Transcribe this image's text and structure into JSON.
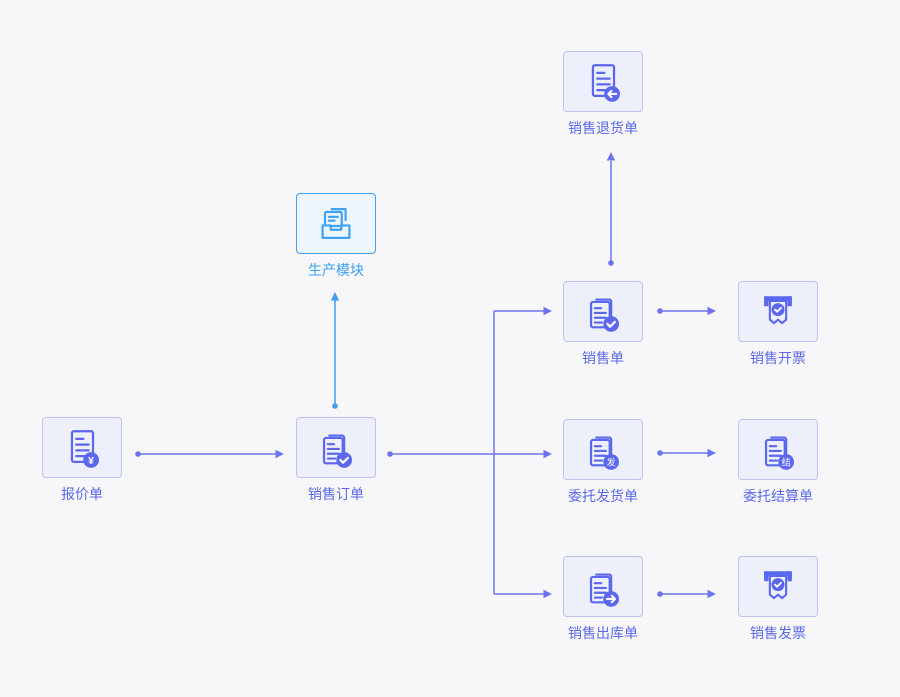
{
  "page": {
    "background": "#f7f7f9"
  },
  "colors": {
    "purple_accent": "#5b68ee",
    "purple_label": "#5c69e6",
    "purple_line": "#6b74ee",
    "purple_card_bg": "#edeffb",
    "purple_card_border": "#bdc3f1",
    "blue_accent": "#3fa2f2",
    "blue_line": "#459cf3",
    "blue_card_bg": "#edf6fe",
    "blue_card_border": "#42a4f5"
  },
  "nodes": {
    "quotation": {
      "label": "报价单",
      "icon": "document-yuan-icon",
      "badge": "¥"
    },
    "sales_order": {
      "label": "销售订单",
      "icon": "documents-check-icon"
    },
    "production": {
      "label": "生产模块",
      "icon": "archive-box-icon"
    },
    "sales_return": {
      "label": "销售退货单",
      "icon": "document-return-icon"
    },
    "sales_slip": {
      "label": "销售单",
      "icon": "documents-check-icon"
    },
    "sales_invoicing": {
      "label": "销售开票",
      "icon": "receipt-check-icon"
    },
    "consign_delivery": {
      "label": "委托发货单",
      "icon": "documents-deliver-icon",
      "badge": "发"
    },
    "consign_settlement": {
      "label": "委托结算单",
      "icon": "documents-settle-icon",
      "badge": "结"
    },
    "sales_outbound": {
      "label": "销售出库单",
      "icon": "documents-outbound-icon"
    },
    "sales_invoice": {
      "label": "销售发票",
      "icon": "receipt-check-icon"
    }
  }
}
